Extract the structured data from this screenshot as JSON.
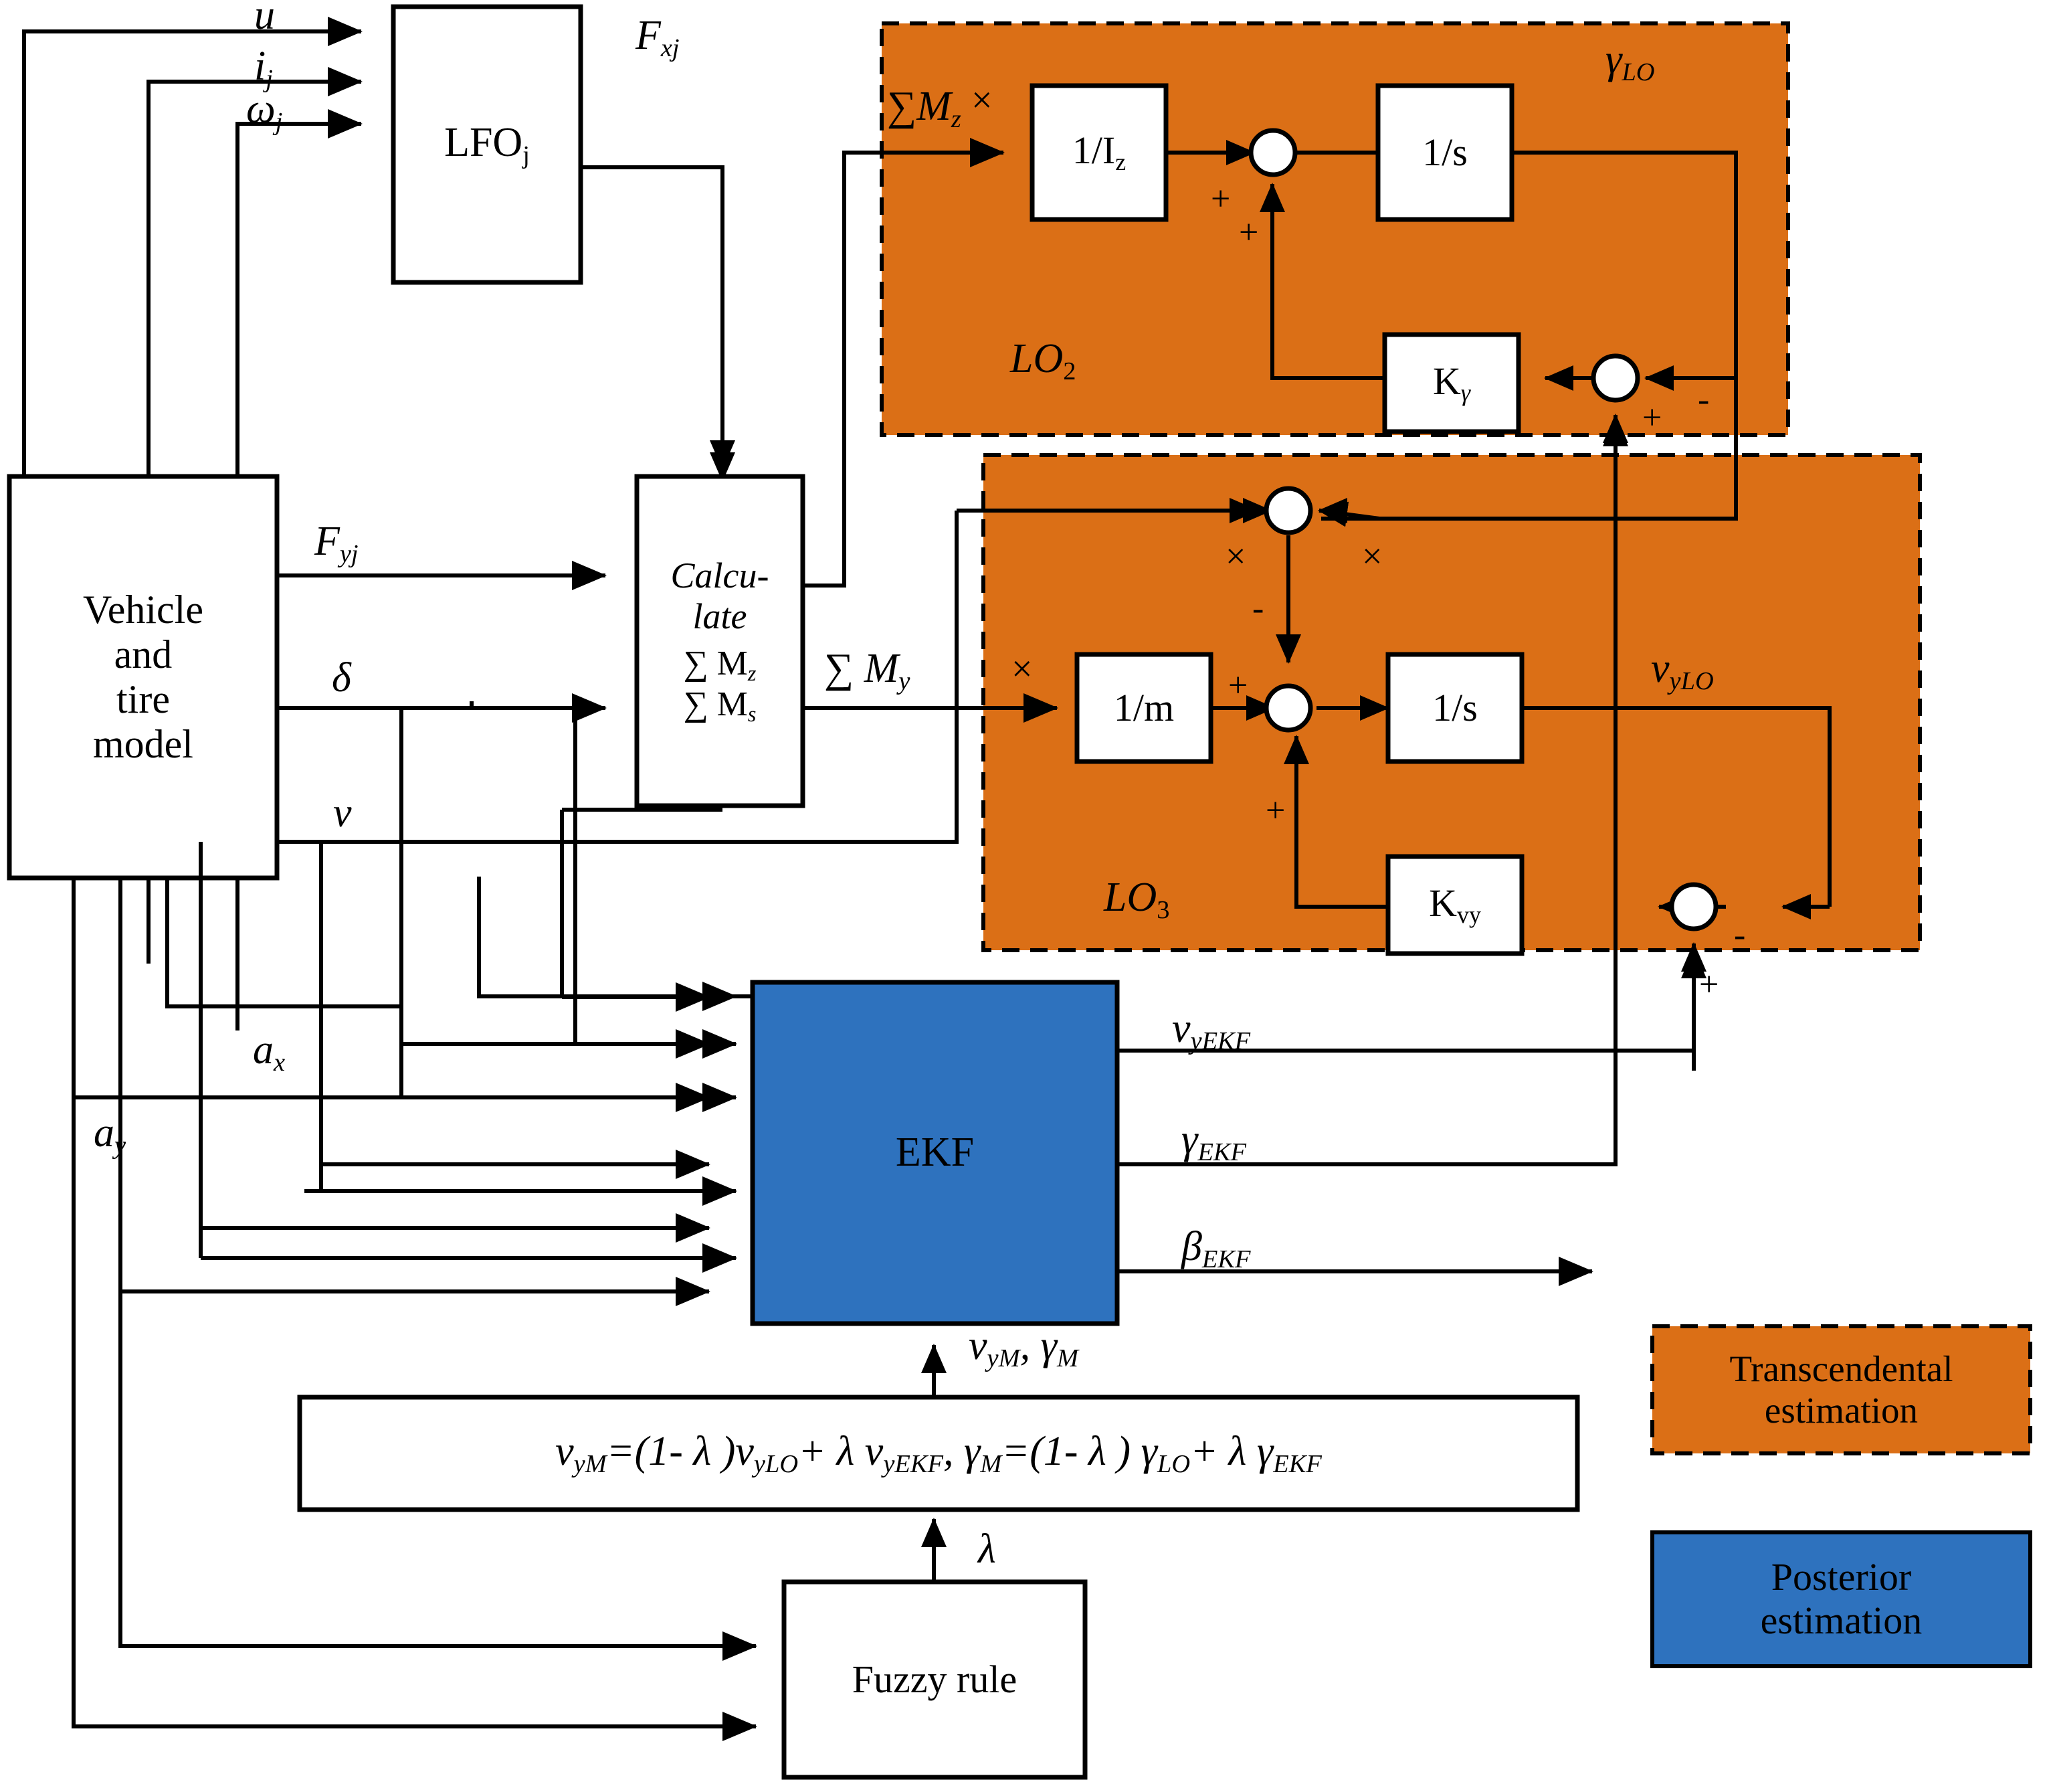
{
  "diagram": {
    "title": "Vehicle state estimation block diagram",
    "colors": {
      "transcendental_fill": "#DB6F16",
      "posterior_fill": "#2E72BE",
      "line": "#000000",
      "box_fill": "#FFFFFF"
    }
  },
  "blocks": {
    "lfo": "LFO",
    "lfo_sub": "j",
    "vehicle_model": "Vehicle\nand\ntire\nmodel",
    "vehicle_model_lines": [
      "Vehicle",
      "and",
      "tire",
      "model"
    ],
    "calculate_line1": "Calcu-",
    "calculate_line2": "late",
    "calculate_sum1": "∑ M",
    "calculate_sum1_sub": "z",
    "calculate_sum2": "∑ M",
    "calculate_sum2_sub": "s",
    "inv_iz": "1/I",
    "inv_iz_sub": "z",
    "inv_s": "1/s",
    "inv_m": "1/m",
    "k_gamma": "K",
    "k_gamma_sub": "γ",
    "k_vy": "K",
    "k_vy_sub": "vy",
    "ekf": "EKF",
    "fuzzy_rule": "Fuzzy rule",
    "fusion_formula": "v =(1- λ )v + λ v , γ =(1- λ ) γ + λ  γ"
  },
  "region_labels": {
    "lo2": "LO",
    "lo2_sub": "2",
    "lo3": "LO",
    "lo3_sub": "3"
  },
  "signals": {
    "u": "u",
    "i_j": "i",
    "i_j_sub": "j",
    "omega_j": "ω",
    "omega_j_sub": "j",
    "F_xj": "F",
    "F_xj_sub": "xj",
    "F_yj": "F",
    "F_yj_sub": "yj",
    "delta": "δ",
    "v": "v",
    "a_x": "a",
    "a_x_sub": "x",
    "a_y": "a",
    "a_y_sub": "y",
    "sum_Mz": "∑M",
    "sum_Mz_sub": "z",
    "sum_My": "∑ M",
    "sum_My_sub": "y",
    "gamma_LO": "γ",
    "gamma_LO_sub": "LO",
    "v_yLO": "v",
    "v_yLO_sub": "yLO",
    "v_yEKF": "v",
    "v_yEKF_sub": "yEKF",
    "gamma_EKF": "γ",
    "gamma_EKF_sub": "EKF",
    "beta_EKF": "β",
    "beta_EKF_sub": "EKF",
    "v_yM_gamma_M": "v , γ",
    "v_yM": "v",
    "v_yM_sub": "yM",
    "gamma_M": "γ",
    "gamma_M_sub": "M",
    "lambda": "λ"
  },
  "operators": {
    "times": "×",
    "plus": "+",
    "minus": "-"
  },
  "legend": {
    "transcendental": "Transcendental\nestimation",
    "transcendental_lines": [
      "Transcendental",
      "estimation"
    ],
    "posterior": "Posterior\nestimation",
    "posterior_lines": [
      "Posterior",
      "estimation"
    ]
  },
  "formula": {
    "full": "v_yM=(1- λ )v_yLO+ λ v_yEKF, γ_M=(1- λ ) γ_LO+ λ γ_EKF",
    "parts": [
      {
        "base": "v",
        "sub": "yM"
      },
      {
        "op": "=(1- "
      },
      {
        "base": "λ"
      },
      {
        "op": " )"
      },
      {
        "base": "v",
        "sub": "yLO"
      },
      {
        "op": "+ "
      },
      {
        "base": "λ"
      },
      {
        "op": " "
      },
      {
        "base": "v",
        "sub": "yEKF"
      },
      {
        "op": ", "
      },
      {
        "base": "γ",
        "sub": "M"
      },
      {
        "op": "=(1- "
      },
      {
        "base": "λ"
      },
      {
        "op": " ) "
      },
      {
        "base": "γ",
        "sub": "LO"
      },
      {
        "op": "+ "
      },
      {
        "base": "λ"
      },
      {
        "op": "  "
      },
      {
        "base": "γ",
        "sub": "EKF"
      }
    ]
  }
}
